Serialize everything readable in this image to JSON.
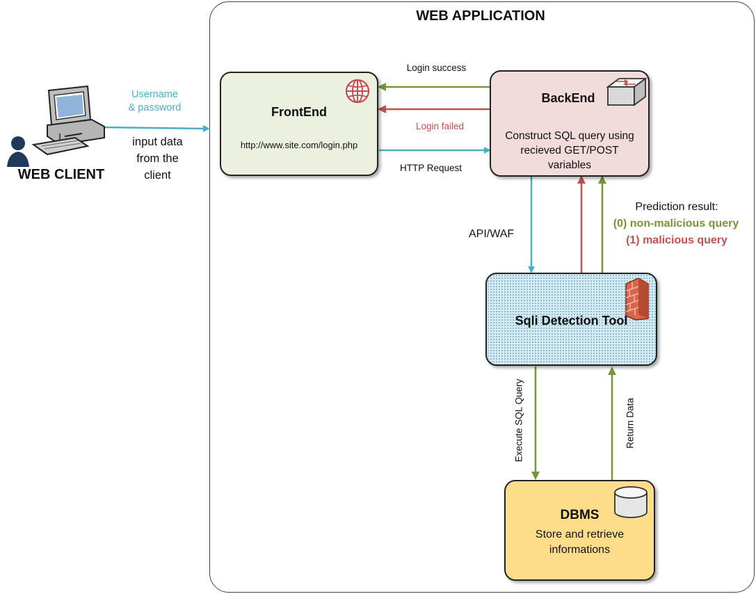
{
  "diagram": {
    "container_title": "WEB APPLICATION",
    "client": {
      "label": "WEB CLIENT",
      "credentials_label": "Username\n& password",
      "input_label": "input data\nfrom the\nclient"
    },
    "frontend": {
      "title": "FrontEnd",
      "url": "http://www.site.com/login.php"
    },
    "backend": {
      "title": "BackEnd",
      "description": "Construct SQL query using\nrecieved GET/POST\nvariables"
    },
    "edges": {
      "login_success": "Login success",
      "login_failed": "Login failed",
      "http_request": "HTTP Request",
      "api_waf": "API/WAF",
      "execute_sql": "Execute SQL Query",
      "return_data": "Return Data"
    },
    "prediction": {
      "heading": "Prediction result:",
      "non_malicious": "(0) non-malicious query",
      "malicious": "(1) malicious query"
    },
    "detection": {
      "title": "Sqli Detection Tool"
    },
    "dbms": {
      "title": "DBMS",
      "description": "Store and retrieve\ninformations"
    }
  },
  "colors": {
    "blue_arrow": "#4aaec8",
    "green_arrow": "#77933c",
    "red_arrow": "#c0504d",
    "frontend_fill": "#ebf1de",
    "backend_fill": "#f2dcdb",
    "detection_fill": "#d4ebf4",
    "dbms_fill": "#fddd8a",
    "credentials_text": "#4aaec8"
  },
  "icons": {
    "client": "computer-user-icon",
    "frontend": "globe-icon",
    "backend": "switch-icon",
    "detection": "firewall-icon",
    "dbms": "database-icon"
  }
}
